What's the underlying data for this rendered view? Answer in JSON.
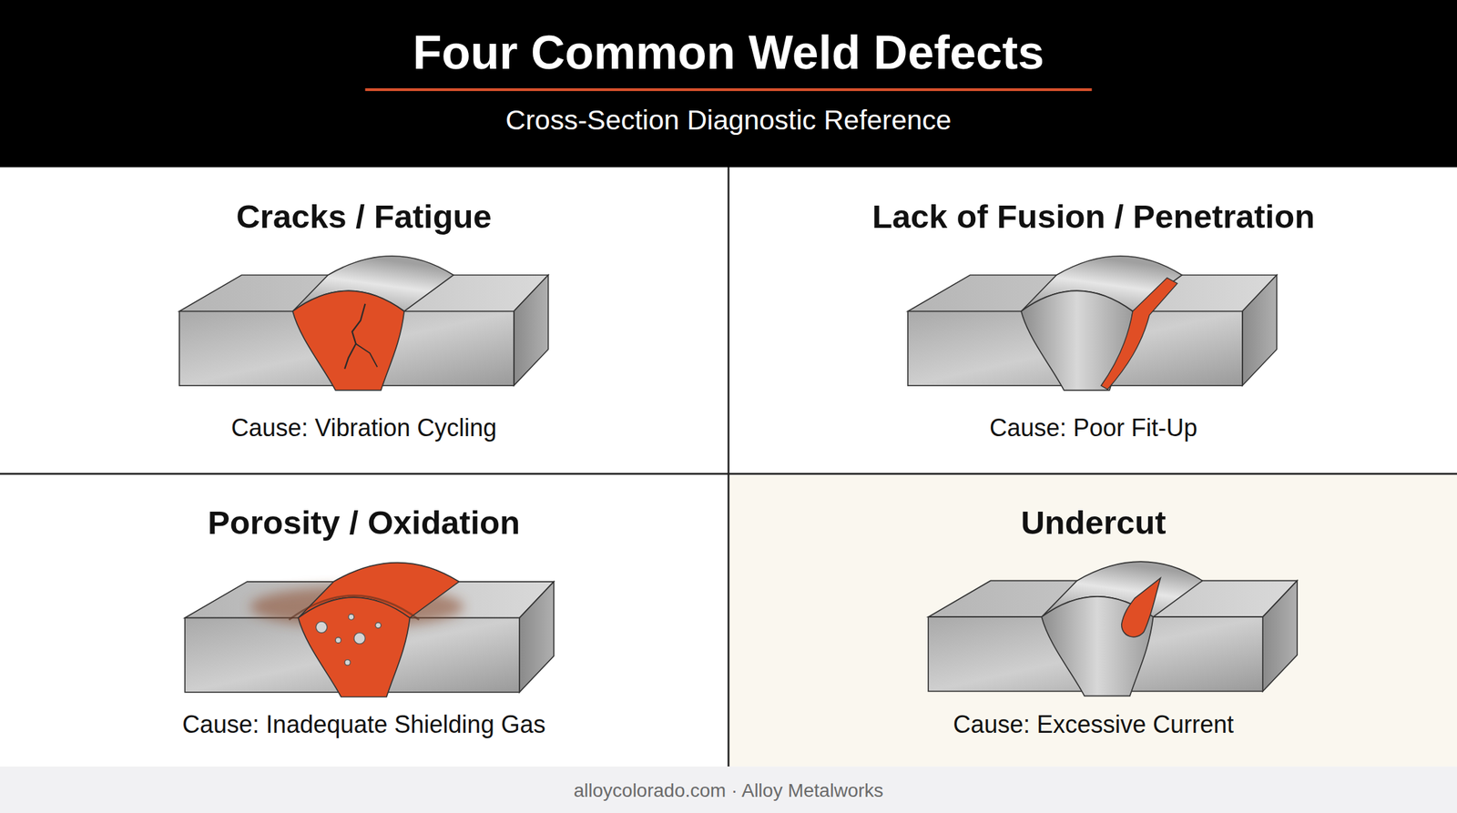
{
  "diagram": {
    "title": "Four Common Weld Defects",
    "nodes": [
      {
        "text": [
          "Cracks / Fatigue",
          "Cause: Vibration Cycling"
        ]
      },
      {
        "text": [
          "Lack of Fusion / Penetration",
          "Cause: Poor Fit-Up"
        ]
      },
      {
        "text": [
          "Porosity / Oxidation",
          "Cause: Inadequate Shielding Gas"
        ]
      },
      {
        "text": [
          "Undercut",
          "Cause: Excessive Current"
        ]
      }
    ],
    "labels": [
      "Cross-Section Diagnostic Reference",
      "alloycolorado.com · Alloy Metalworks"
    ]
  }
}
